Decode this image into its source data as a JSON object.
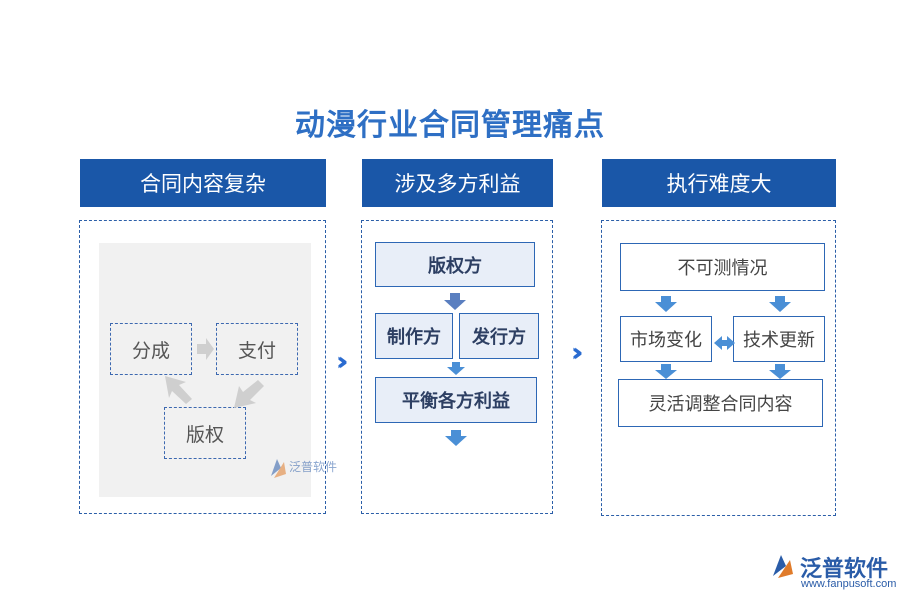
{
  "title": "动漫行业合同管理痛点",
  "columns": [
    {
      "header": "合同内容复杂",
      "nodes": [
        "分成",
        "支付",
        "版权"
      ]
    },
    {
      "header": "涉及多方利益",
      "nodes": [
        "版权方",
        "制作方",
        "发行方",
        "平衡各方利益"
      ]
    },
    {
      "header": "执行难度大",
      "nodes": [
        "不可测情况",
        "市场变化",
        "技术更新",
        "灵活调整合同内容"
      ]
    }
  ],
  "watermark": {
    "text": "泛普软件"
  },
  "logo": {
    "text": "泛普软件",
    "url": "www.fanpusoft.com"
  },
  "colors": {
    "header_bg": "#1a57a8",
    "title": "#2e6fc4",
    "arrow": "#4a8fd6"
  }
}
